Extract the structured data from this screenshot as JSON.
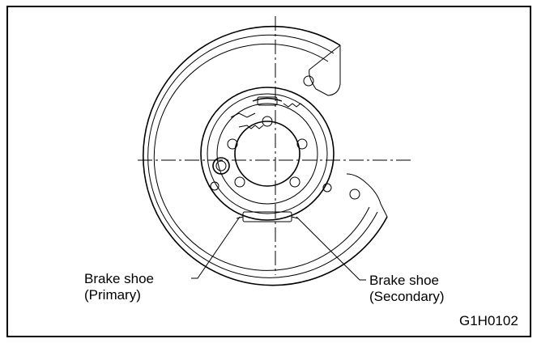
{
  "labels": {
    "primary": {
      "line1": "Brake shoe",
      "line2": "(Primary)"
    },
    "secondary": {
      "line1": "Brake shoe",
      "line2": "(Secondary)"
    }
  },
  "figure_code": "G1H0102"
}
